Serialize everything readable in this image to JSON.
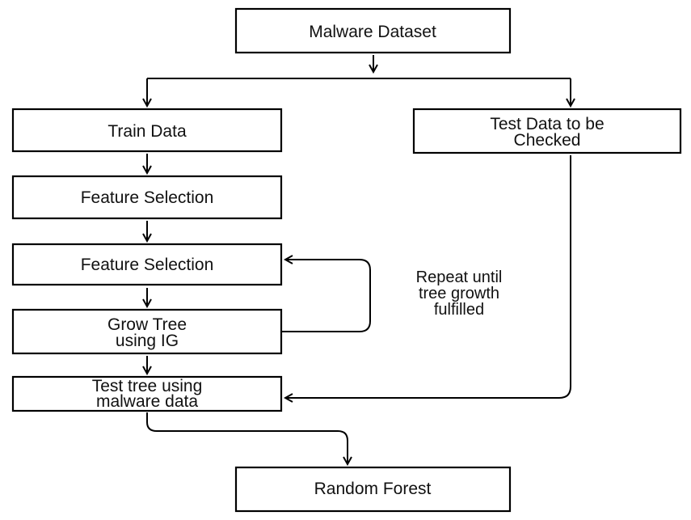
{
  "nodes": {
    "malware_dataset": "Malware Dataset",
    "train_data": "Train Data",
    "test_data_line1": "Test Data to be",
    "test_data_line2": "Checked",
    "feature_selection_1": "Feature Selection",
    "feature_selection_2": "Feature Selection",
    "grow_tree_line1": "Grow Tree",
    "grow_tree_line2": "using IG",
    "test_tree_line1": "Test tree using",
    "test_tree_line2": "malware data",
    "random_forest": "Random Forest"
  },
  "annotations": {
    "repeat_line1": "Repeat until",
    "repeat_line2": "tree growth",
    "repeat_line3": "fulfilled"
  },
  "colors": {
    "stroke": "#000000",
    "fill": "#ffffff",
    "text": "#111111"
  }
}
